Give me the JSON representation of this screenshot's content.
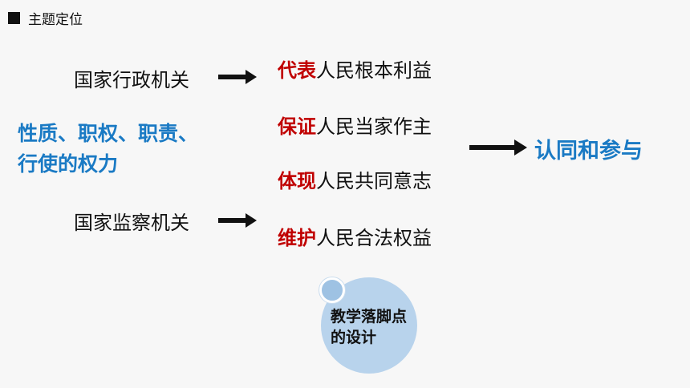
{
  "header": {
    "title": "主题定位"
  },
  "agencies": {
    "executive": "国家行政机关",
    "supervisory": "国家监察机关"
  },
  "nature": {
    "line1": "性质、职权、职责、",
    "line2": "行使的权力"
  },
  "duties": [
    {
      "verb": "代表",
      "rest": "人民根本利益"
    },
    {
      "verb": "保证",
      "rest": "人民当家作主"
    },
    {
      "verb": "体现",
      "rest": "人民共同意志"
    },
    {
      "verb": "维护",
      "rest": "人民合法权益"
    }
  ],
  "result": "认同和参与",
  "teaching_point": {
    "line1": "教学落脚点",
    "line2": "的设计"
  },
  "colors": {
    "accent_blue": "#1a7ac4",
    "highlight_red": "#c00000",
    "circle_blue": "#b8d3ec"
  }
}
